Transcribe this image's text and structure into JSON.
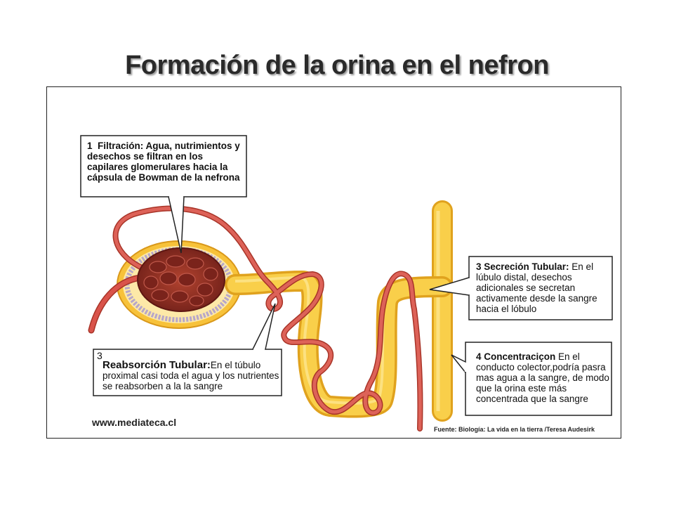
{
  "title": "Formación de la orina en el nefron",
  "callouts": {
    "filtration": {
      "number": "1",
      "text": "Filtración: Agua, nutrimientos y desechos se filtran en los capilares glomerulares hacia la cápsula de Bowman de la nefrona"
    },
    "secretion": {
      "heading": "3 Secreción Tubular:",
      "text": " En el lúbulo distal, desechos adicionales se secretan activamente desde la sangre hacia el lóbulo"
    },
    "reabsorption": {
      "number": "3",
      "heading": "Reabsorción Tubular:",
      "text": "En el túbulo proximal casi toda el agua y los nutrientes se reabsorben a la la sangre"
    },
    "concentration": {
      "heading": "4 Concentraciçon",
      "text": " En el conducto colector,podría pasra mas agua a la sangre, de modo que la orina este más concentrada que la sangre"
    }
  },
  "website": "www.mediateca.cl",
  "source": "Fuente: Biología: La vida  en la tierra /Teresa Audesirk",
  "colors": {
    "tubule": "#f7c23a",
    "tubule_edge": "#e0a21e",
    "vessel": "#d9534a",
    "vessel_edge": "#a83428",
    "glomerulus": "#8c2a22",
    "capsule_lining": "#b7a7c9"
  }
}
